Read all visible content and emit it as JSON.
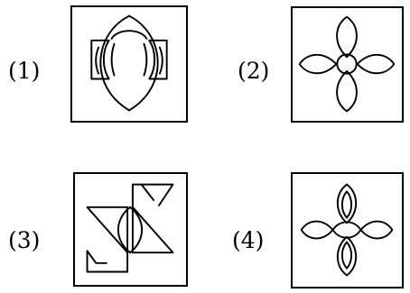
{
  "options": [
    {
      "label": "(1)",
      "figure": "lens-with-brackets-figure"
    },
    {
      "label": "(2)",
      "figure": "four-petal-flower-with-circle-figure"
    },
    {
      "label": "(3)",
      "figure": "zigzag-with-lens-figure"
    },
    {
      "label": "(4)",
      "figure": "four-petal-flower-with-lens-figure"
    }
  ]
}
